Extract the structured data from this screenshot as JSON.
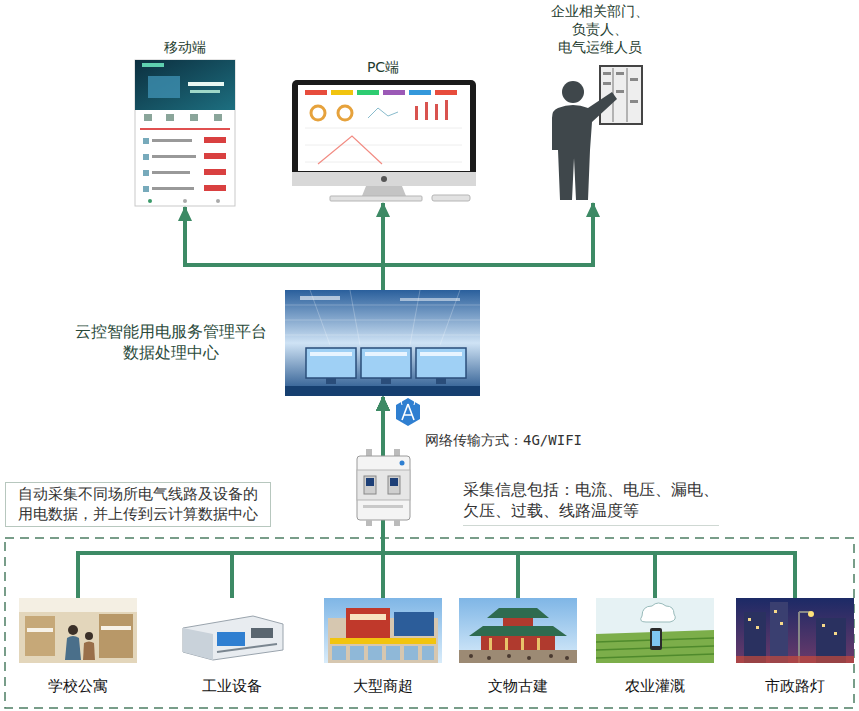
{
  "diagram": {
    "nodes": [
      {
        "text": [
          "移动端"
        ]
      },
      {
        "text": [
          "PC端"
        ]
      },
      {
        "text": [
          "企业相关部门、 负责人、 电气运维人员"
        ]
      },
      {
        "text": [
          "云控智能用电服务管理平台 数据处理中心"
        ]
      },
      {
        "text": [
          "自动采集不同场所电气线路及设备的 用电数据，并上传到云计算数据中心"
        ]
      },
      {
        "text": [
          "学校公寓"
        ]
      },
      {
        "text": [
          "工业设备"
        ]
      },
      {
        "text": [
          "大型商超"
        ]
      },
      {
        "text": [
          "文物古建"
        ]
      },
      {
        "text": [
          "农业灌溉"
        ]
      },
      {
        "text": [
          "市政路灯"
        ]
      }
    ],
    "edges": [
      {
        "from": 3,
        "to": 0,
        "arrow": "to"
      },
      {
        "from": 3,
        "to": 1,
        "arrow": "to"
      },
      {
        "from": 3,
        "to": 2,
        "arrow": "to"
      },
      {
        "from": 5,
        "to": 3,
        "arrow": "to"
      },
      {
        "from": 6,
        "to": 3,
        "arrow": "to"
      },
      {
        "from": 7,
        "to": 3,
        "arrow": "to",
        "label": "网络传输方式：4G/WIFI"
      },
      {
        "from": 8,
        "to": 3,
        "arrow": "to"
      },
      {
        "from": 9,
        "to": 3,
        "arrow": "to"
      },
      {
        "from": 10,
        "to": 3,
        "arrow": "to"
      }
    ],
    "labels": [
      "采集信息包括：电流、电压、漏电、 欠压、过载、线路温度等"
    ]
  }
}
